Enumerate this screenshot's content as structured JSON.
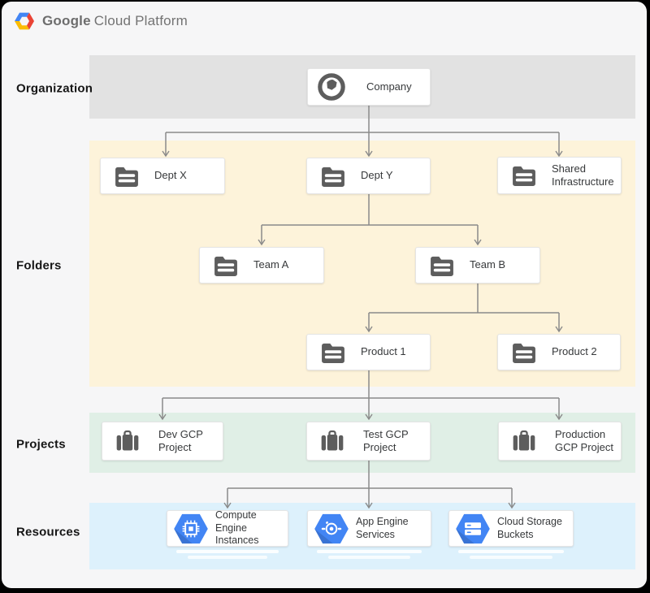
{
  "header": {
    "brand_primary": "Google",
    "brand_secondary": "Cloud Platform"
  },
  "layers": [
    {
      "label": "Organization",
      "color": "#e2e2e2"
    },
    {
      "label": "Folders",
      "color": "#fdf3da"
    },
    {
      "label": "Projects",
      "color": "#e0efe6"
    },
    {
      "label": "Resources",
      "color": "#ddf1fc"
    }
  ],
  "nodes": {
    "company": {
      "label": "Company",
      "icon": "globe-icon",
      "layer": "Organization"
    },
    "dept_x": {
      "label": "Dept X",
      "icon": "folder-icon",
      "layer": "Folders"
    },
    "dept_y": {
      "label": "Dept Y",
      "icon": "folder-icon",
      "layer": "Folders"
    },
    "shared_infrastructure": {
      "label": "Shared Infrastructure",
      "icon": "folder-icon",
      "layer": "Folders"
    },
    "team_a": {
      "label": "Team A",
      "icon": "folder-icon",
      "layer": "Folders"
    },
    "team_b": {
      "label": "Team B",
      "icon": "folder-icon",
      "layer": "Folders"
    },
    "product_1": {
      "label": "Product 1",
      "icon": "folder-icon",
      "layer": "Folders"
    },
    "product_2": {
      "label": "Product 2",
      "icon": "folder-icon",
      "layer": "Folders"
    },
    "dev_gcp_project": {
      "label": "Dev GCP Project",
      "icon": "briefcase-icon",
      "layer": "Projects"
    },
    "test_gcp_project": {
      "label": "Test GCP Project",
      "icon": "briefcase-icon",
      "layer": "Projects"
    },
    "production_gcp_project": {
      "label": "Production GCP Project",
      "icon": "briefcase-icon",
      "layer": "Projects"
    },
    "compute_engine": {
      "label": "Compute Engine Instances",
      "icon": "compute-engine-icon",
      "layer": "Resources"
    },
    "app_engine": {
      "label": "App Engine Services",
      "icon": "app-engine-icon",
      "layer": "Resources"
    },
    "cloud_storage": {
      "label": "Cloud Storage Buckets",
      "icon": "cloud-storage-icon",
      "layer": "Resources"
    }
  },
  "hierarchy": [
    {
      "parent": "company",
      "children": [
        "dept_x",
        "dept_y",
        "shared_infrastructure"
      ]
    },
    {
      "parent": "dept_y",
      "children": [
        "team_a",
        "team_b"
      ]
    },
    {
      "parent": "team_b",
      "children": [
        "product_1",
        "product_2"
      ]
    },
    {
      "parent": "product_1",
      "children": [
        "dev_gcp_project",
        "test_gcp_project",
        "production_gcp_project"
      ]
    },
    {
      "parent": "test_gcp_project",
      "children": [
        "compute_engine",
        "app_engine",
        "cloud_storage"
      ]
    }
  ],
  "colors": {
    "connector": "#8a8a8a",
    "card_background": "#ffffff",
    "icon_gray": "#5d5d5d",
    "resource_hex_blue": "#4285f4",
    "logo_blue": "#4285f4",
    "logo_red": "#ea4335",
    "logo_yellow": "#fbbc05",
    "brand_text": "#737373"
  }
}
